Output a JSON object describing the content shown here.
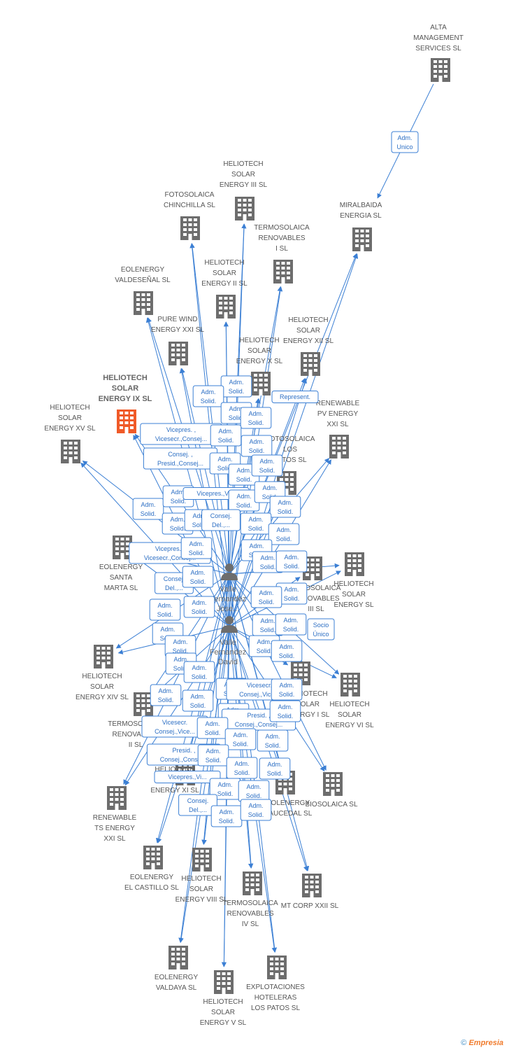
{
  "focus_company": "HELIOTECH SOLAR ENERGY IX SL",
  "persons": [
    {
      "id": "p1",
      "label": [
        "Valle",
        "Fernandez",
        "Jose..."
      ]
    },
    {
      "id": "p2",
      "label": [
        "Valle",
        "Fernandez",
        "David"
      ]
    }
  ],
  "companies": [
    {
      "id": "alta",
      "label": [
        "ALTA",
        "MANAGEMENT",
        "SERVICES SL"
      ]
    },
    {
      "id": "miralbaida",
      "label": [
        "MIRALBAIDA",
        "ENERGIA SL"
      ]
    },
    {
      "id": "h3",
      "label": [
        "HELIOTECH",
        "SOLAR",
        "ENERGY III SL"
      ]
    },
    {
      "id": "fotochinchilla",
      "label": [
        "FOTOSOLAICA",
        "CHINCHILLA SL"
      ]
    },
    {
      "id": "termo1",
      "label": [
        "TERMOSOLAICA",
        "RENOVABLES",
        "I SL"
      ]
    },
    {
      "id": "eoleval",
      "label": [
        "EOLENERGY",
        "VALDESEÑAL SL"
      ]
    },
    {
      "id": "h2",
      "label": [
        "HELIOTECH",
        "SOLAR",
        "ENERGY II SL"
      ]
    },
    {
      "id": "pure",
      "label": [
        "PURE WIND",
        "ENERGY XXI SL"
      ]
    },
    {
      "id": "h12",
      "label": [
        "HELIOTECH",
        "SOLAR",
        "ENERGY XII SL"
      ]
    },
    {
      "id": "h10",
      "label": [
        "HELIOTECH",
        "SOLAR",
        "ENERGY X SL"
      ]
    },
    {
      "id": "h9",
      "label": [
        "HELIOTECH",
        "SOLAR",
        "ENERGY IX SL"
      ],
      "focus": true
    },
    {
      "id": "h15",
      "label": [
        "HELIOTECH",
        "SOLAR",
        "ENERGY XV SL"
      ]
    },
    {
      "id": "renpv",
      "label": [
        "RENEWABLE",
        "PV ENERGY",
        "XXI SL"
      ]
    },
    {
      "id": "fotopatos",
      "label": [
        "FOTOSOLAICA",
        "LOS",
        "PATOS SL"
      ]
    },
    {
      "id": "eolesanta",
      "label": [
        "EOLENERGY",
        "SANTA",
        "MARTA SL"
      ]
    },
    {
      "id": "hsolar",
      "label": [
        "HELIOTECH",
        "SOLAR",
        "ENERGY SL"
      ]
    },
    {
      "id": "termo3",
      "label": [
        "FOTOSOLAICA",
        "RENOVABLES",
        "III SL"
      ]
    },
    {
      "id": "h14",
      "label": [
        "HELIOTECH",
        "SOLAR",
        "ENERGY XIV SL"
      ]
    },
    {
      "id": "h6",
      "label": [
        "HELIOTECH",
        "SOLAR",
        "ENERGY VI SL"
      ]
    },
    {
      "id": "h1",
      "label": [
        "HELIOTECH",
        "SOLAR",
        "ENERGY I SL"
      ]
    },
    {
      "id": "termo2",
      "label": [
        "TERMOSOLAICA",
        "RENOVABLES",
        "II SL"
      ]
    },
    {
      "id": "rents",
      "label": [
        "RENEWABLE",
        "TS ENERGY",
        "XXI SL"
      ]
    },
    {
      "id": "biosolaica",
      "label": [
        "BIOSOLAICA SL"
      ]
    },
    {
      "id": "eolenergysaucedal",
      "label": [
        "EOLENERGY",
        "SAUCEDAL SL"
      ]
    },
    {
      "id": "h11",
      "label": [
        "HELIOTECH",
        "SOLAR",
        "ENERGY XI SL"
      ]
    },
    {
      "id": "eolecastillo",
      "label": [
        "EOLENERGY",
        "EL CASTILLO SL"
      ]
    },
    {
      "id": "h8",
      "label": [
        "HELIOTECH",
        "SOLAR",
        "ENERGY VIII SL"
      ]
    },
    {
      "id": "termo4",
      "label": [
        "TERMOSOLAICA",
        "RENOVABLES",
        "IV SL"
      ]
    },
    {
      "id": "mt",
      "label": [
        "MT CORP XXII SL"
      ]
    },
    {
      "id": "eolevaldaya",
      "label": [
        "EOLENERGY",
        "VALDAYA SL"
      ]
    },
    {
      "id": "h5",
      "label": [
        "HELIOTECH",
        "SOLAR",
        "ENERGY V SL"
      ]
    },
    {
      "id": "explot",
      "label": [
        "EXPLOTACIONES",
        "HOTELERAS",
        "LOS PATOS SL"
      ]
    }
  ],
  "edge_labels": [
    [
      "Adm.",
      "Unico"
    ],
    [
      "Adm.",
      "Solid."
    ],
    [
      "Represent."
    ],
    [
      "Vicepres. ,",
      "Vicesecr.,Consej..."
    ],
    [
      "Consej. ,",
      "Presid.,Consej..."
    ],
    [
      "Socio",
      "Único"
    ],
    [
      "Presid. ,",
      "Consej.,Consej..."
    ],
    [
      "Consej.",
      "Del.,..."
    ],
    [
      "Vicepres.,Vi..."
    ],
    [
      "Vicesecr.",
      "Consej.,Vice..."
    ]
  ],
  "colors": {
    "node": "#6d6d6d",
    "focus_node": "#f05a28",
    "edge": "#3b7fd4",
    "box_border": "#3b7fd4"
  },
  "footer": {
    "copyright": "©",
    "brand": "Empresia"
  }
}
